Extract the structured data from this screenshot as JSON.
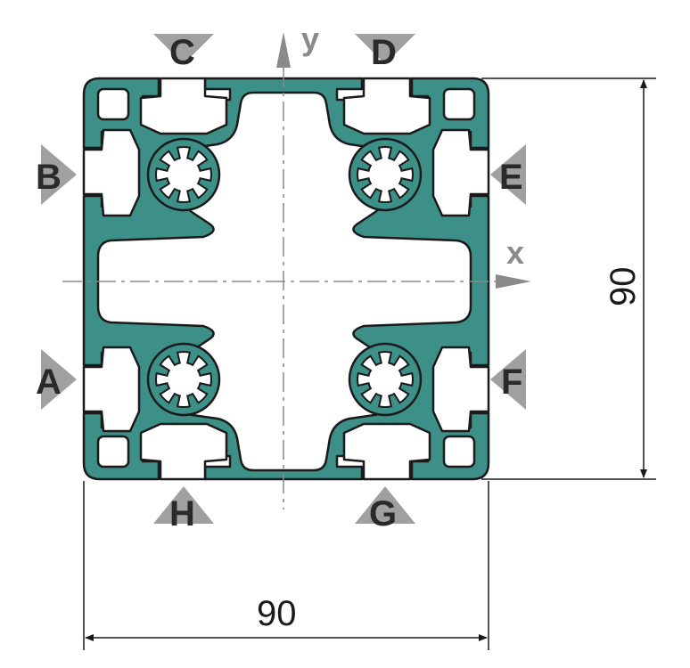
{
  "colors": {
    "profile_fill": "#3d9088",
    "profile_outline": "#1a1a1a",
    "marker": "#a0a0a0",
    "axis": "#8a8a8a",
    "dimension": "#1a1a1a"
  },
  "axes": {
    "x_label": "x",
    "y_label": "y"
  },
  "slot_labels": {
    "A": "A",
    "B": "B",
    "C": "C",
    "D": "D",
    "E": "E",
    "F": "F",
    "G": "G",
    "H": "H"
  },
  "dimensions": {
    "width": "90",
    "height": "90"
  }
}
